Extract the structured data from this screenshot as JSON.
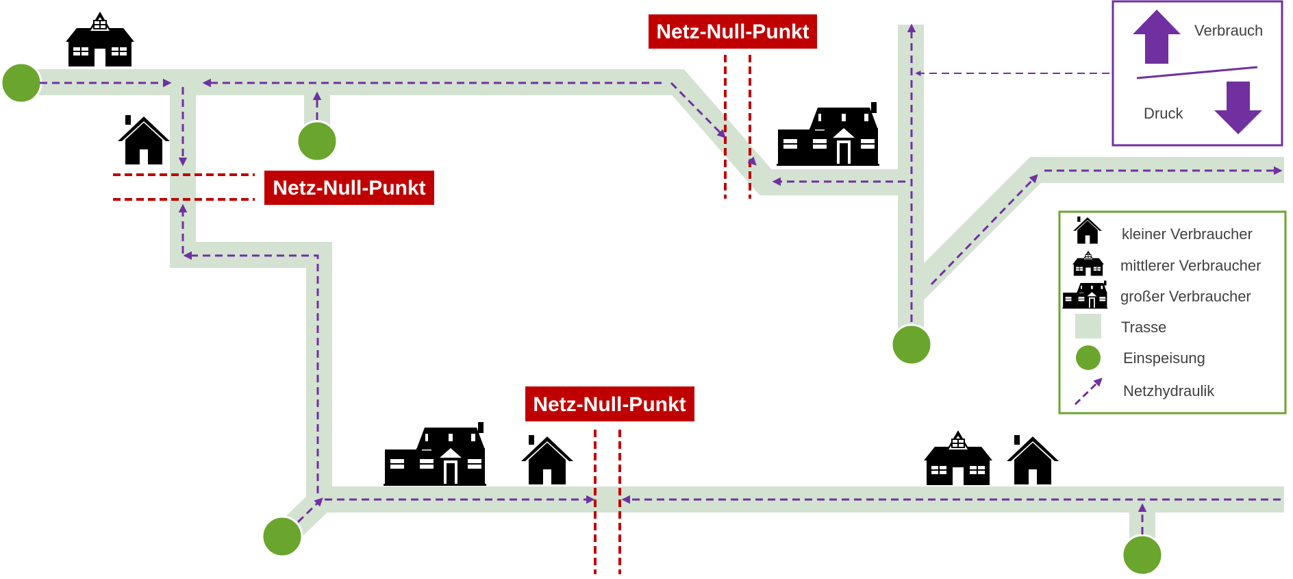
{
  "labels": {
    "netz_null_punkt_1": "Netz-Null-Punkt",
    "netz_null_punkt_2": "Netz-Null-Punkt",
    "netz_null_punkt_3": "Netz-Null-Punkt"
  },
  "pressure_legend": {
    "verbrauch": "Verbrauch",
    "druck": "Druck"
  },
  "legend": {
    "kleiner": "kleiner Verbraucher",
    "mittlerer": "mittlerer Verbraucher",
    "grosser": "großer Verbraucher",
    "trasse": "Trasse",
    "einspeisung": "Einspeisung",
    "netzhydraulik": "Netzhydraulik"
  },
  "colors": {
    "trasse": "#d3e2d1",
    "einspeisung": "#6aa52d",
    "flow": "#7030a0",
    "null_point": "#c00000",
    "legend_border": "#6aa52d",
    "pressure_border": "#7030a0",
    "house": "#000000"
  },
  "icons": {
    "small_house": "small-house-icon",
    "medium_house": "medium-house-icon",
    "large_house": "large-house-icon",
    "feed_in": "feed-in-point-icon",
    "flow_arrow": "dashed-arrow-icon",
    "up_arrow": "up-arrow-icon",
    "down_arrow": "down-arrow-icon"
  }
}
